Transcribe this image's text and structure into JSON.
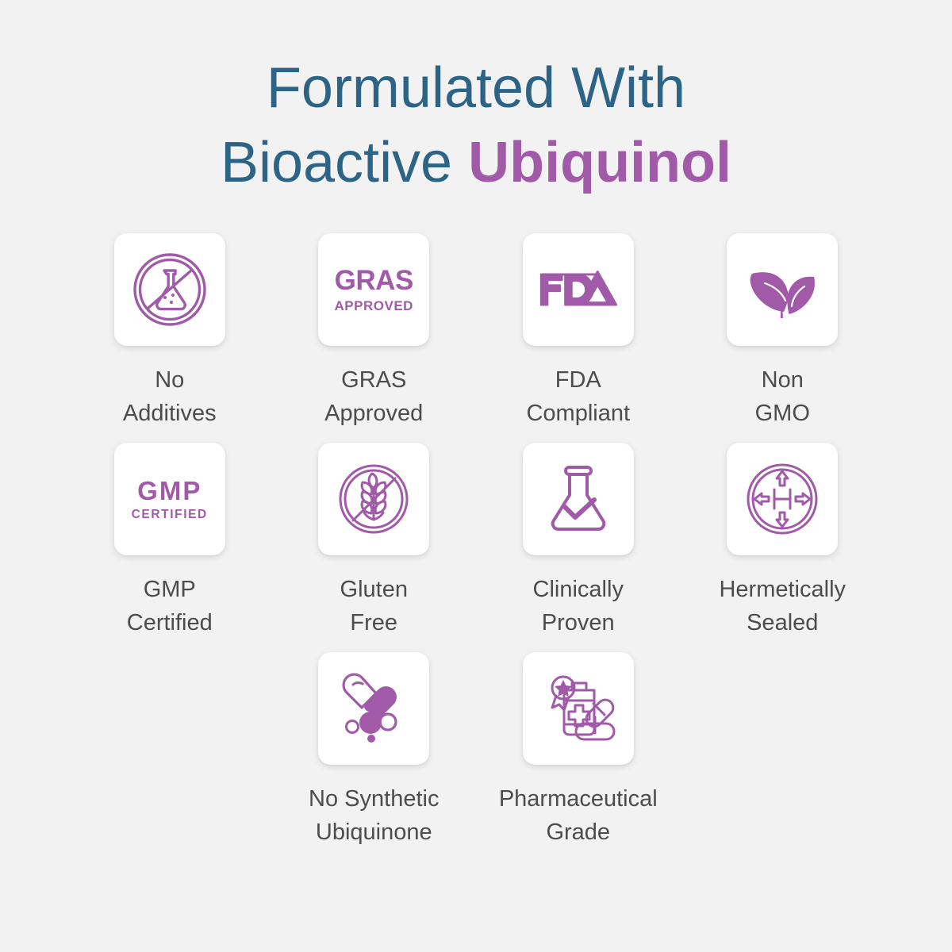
{
  "colors": {
    "background": "#f2f2f2",
    "title_primary": "#2d6486",
    "title_accent": "#a15aa8",
    "badge_purple": "#a15aa8",
    "label_gray": "#4c4c4c",
    "card_white": "#ffffff"
  },
  "heading": {
    "line1": "Formulated With",
    "line2_prefix": "Bioactive ",
    "line2_accent": "Ubiquinol"
  },
  "badges": [
    {
      "id": "no-additives",
      "icon": "no-additives-flask-icon",
      "icon_type": "svg",
      "label": "No\nAdditives"
    },
    {
      "id": "gras-approved",
      "icon": "gras-approved-text-icon",
      "icon_type": "text",
      "text_big": "GRAS",
      "text_small": "APPROVED",
      "label": "GRAS\nApproved"
    },
    {
      "id": "fda-compliant",
      "icon": "fda-logo-icon",
      "icon_type": "svg",
      "label": "FDA\nCompliant"
    },
    {
      "id": "non-gmo",
      "icon": "leaf-sprout-icon",
      "icon_type": "svg",
      "label": "Non\nGMO"
    },
    {
      "id": "gmp-certified",
      "icon": "gmp-certified-text-icon",
      "icon_type": "text",
      "text_big": "GMP",
      "text_small": "CERTIFIED",
      "label": "GMP\nCertified"
    },
    {
      "id": "gluten-free",
      "icon": "no-gluten-wheat-icon",
      "icon_type": "svg",
      "label": "Gluten\nFree"
    },
    {
      "id": "clinically-proven",
      "icon": "flask-check-icon",
      "icon_type": "svg",
      "label": "Clinically\nProven"
    },
    {
      "id": "hermetically-sealed",
      "icon": "hermetic-seal-arrows-icon",
      "icon_type": "svg",
      "label": "Hermetically\nSealed"
    },
    {
      "id": "no-synthetic-ubiquinone",
      "icon": "capsule-molecules-icon",
      "icon_type": "svg",
      "label": "No Synthetic\nUbiquinone"
    },
    {
      "id": "pharmaceutical-grade",
      "icon": "medicine-bottle-award-icon",
      "icon_type": "svg",
      "label": "Pharmaceutical\nGrade"
    }
  ]
}
